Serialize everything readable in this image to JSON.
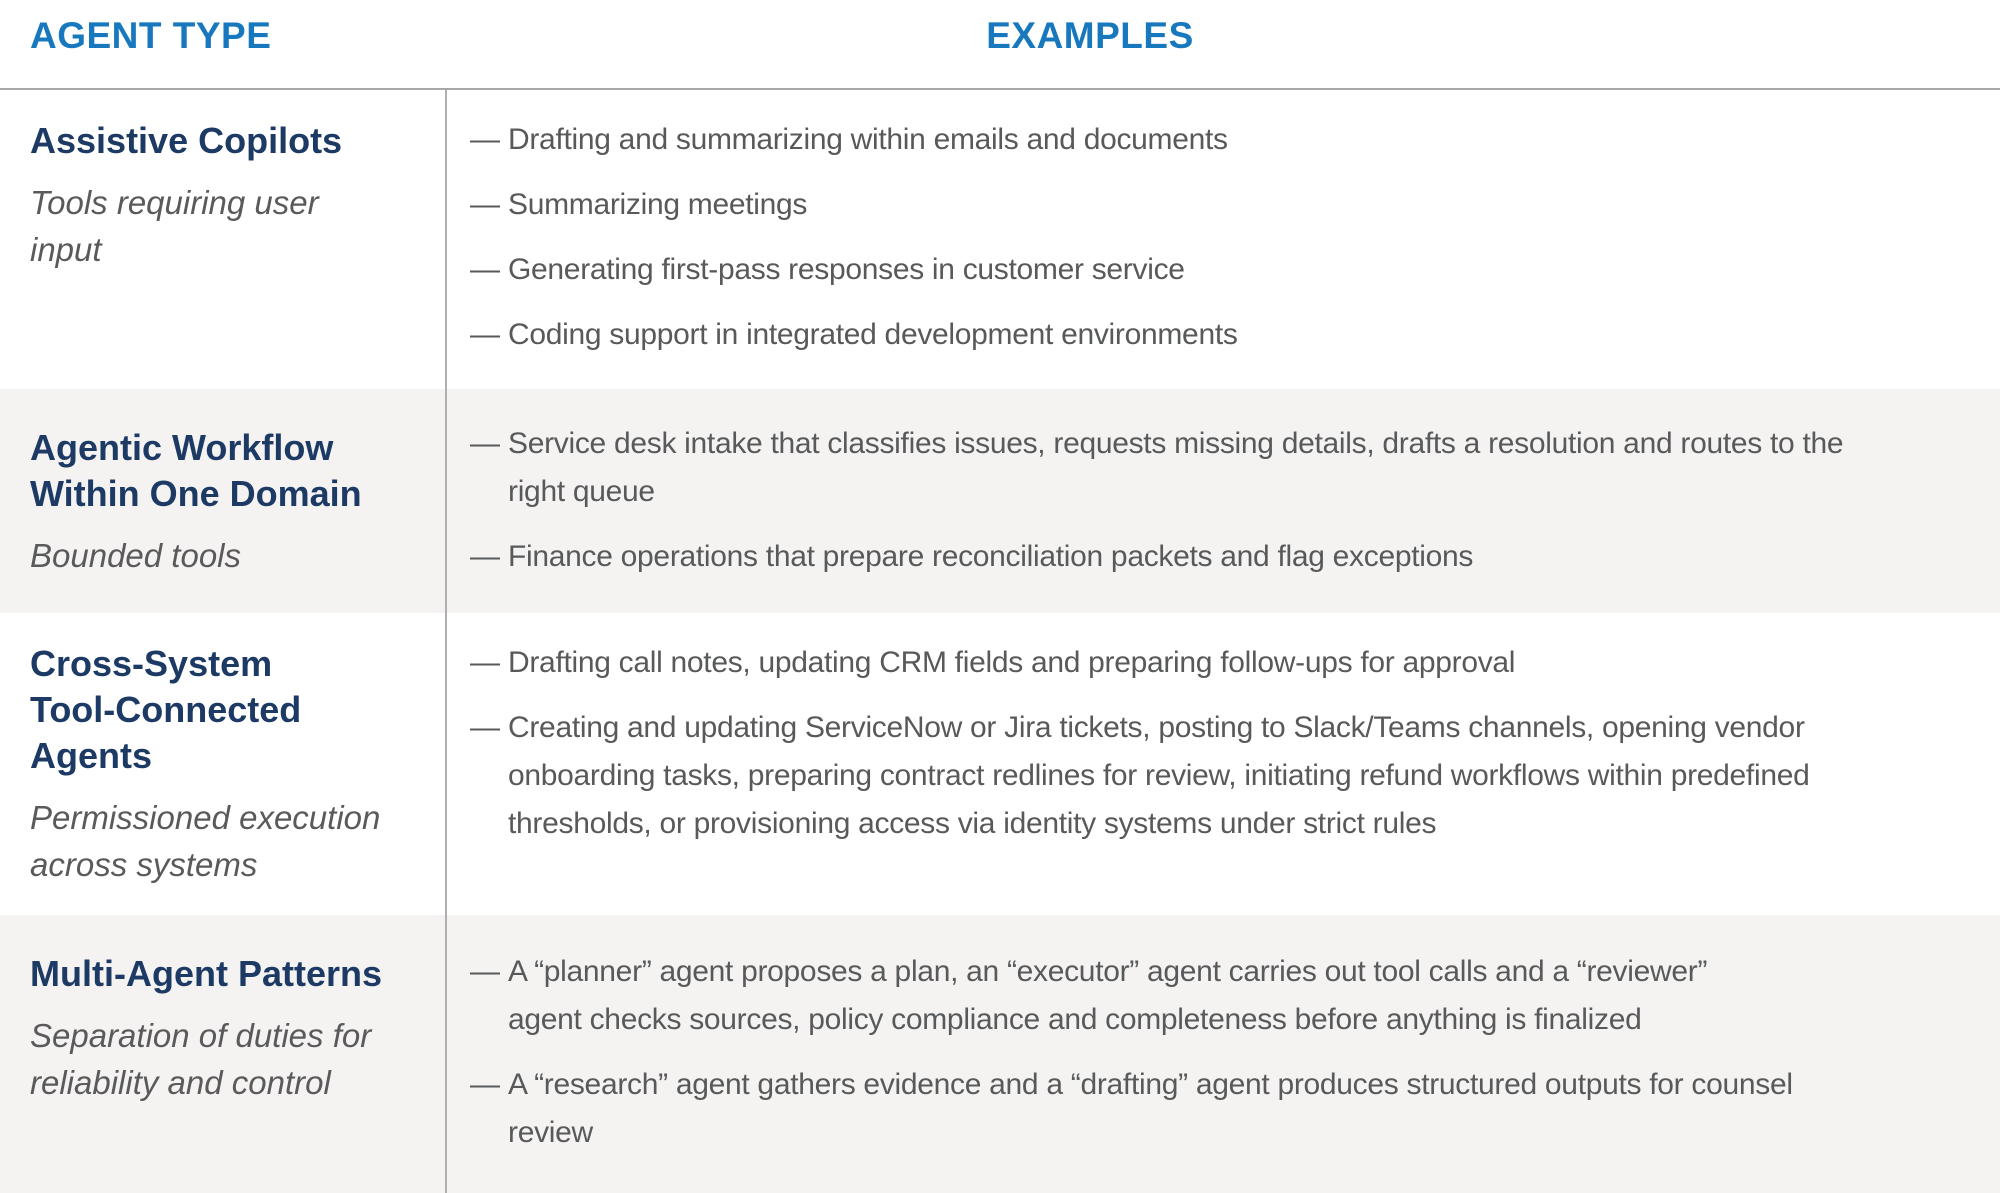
{
  "table": {
    "bullet_glyph": "—",
    "columns": [
      {
        "label": "AGENT TYPE"
      },
      {
        "label": "EXAMPLES"
      }
    ],
    "colors": {
      "header_blue": "#1878bd",
      "title_navy": "#1c3a64",
      "body_gray": "#58595b",
      "stripe_gray": "#f4f3f2"
    },
    "rows": [
      {
        "title_lines": [
          "Assistive Copilots"
        ],
        "subtitle_lines": [
          "Tools requiring user",
          "input"
        ],
        "striped": false,
        "examples": [
          [
            "Drafting and summarizing within emails and documents"
          ],
          [
            "Summarizing meetings"
          ],
          [
            "Generating first-pass responses in customer service"
          ],
          [
            "Coding support in integrated development environments"
          ]
        ]
      },
      {
        "title_lines": [
          "Agentic Workflow",
          "Within One Domain"
        ],
        "subtitle_lines": [
          "Bounded tools"
        ],
        "striped": true,
        "examples": [
          [
            "Service desk intake that classifies issues, requests missing details, drafts a resolution and routes to the",
            "right queue"
          ],
          [
            "Finance operations that prepare reconciliation packets and flag exceptions"
          ]
        ]
      },
      {
        "title_lines": [
          "Cross-System",
          "Tool-Connected",
          "Agents"
        ],
        "subtitle_lines": [
          "Permissioned execution",
          "across systems"
        ],
        "striped": false,
        "examples": [
          [
            "Drafting call notes, updating CRM fields and preparing follow-ups for approval"
          ],
          [
            "Creating and updating ServiceNow or Jira tickets, posting to Slack/Teams channels, opening vendor",
            "onboarding tasks, preparing contract redlines for review, initiating refund workflows within predefined",
            "thresholds, or provisioning access via identity systems under strict rules"
          ]
        ]
      },
      {
        "title_lines": [
          "Multi-Agent Patterns"
        ],
        "subtitle_lines": [
          "Separation of duties for",
          "reliability and control"
        ],
        "striped": true,
        "examples": [
          [
            "A “planner” agent proposes a plan, an “executor” agent carries out tool calls and a “reviewer”",
            "agent checks sources, policy compliance and completeness before anything is finalized"
          ],
          [
            "A “research” agent gathers evidence and a “drafting” agent produces structured outputs for counsel",
            "review"
          ]
        ]
      }
    ]
  }
}
